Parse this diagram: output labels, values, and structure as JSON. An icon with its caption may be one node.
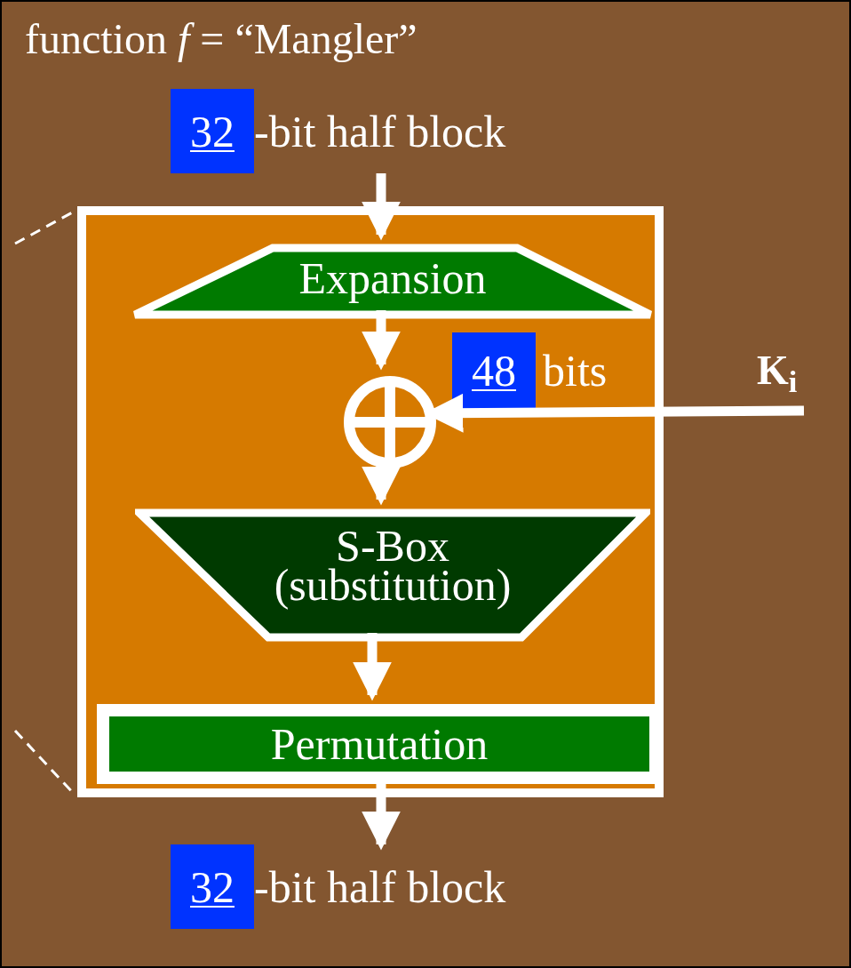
{
  "diagram": {
    "title": "function *f* = “Mangler”",
    "nodes": [
      {
        "text": [
          "32",
          "-bit half block"
        ]
      },
      {
        "text": [],
        "shape": "box"
      },
      {
        "text": [
          "Expansion"
        ],
        "in": 1
      },
      {
        "text": [],
        "shape": "circle",
        "in": 1
      },
      {
        "text": [
          "S-Box (substitution)"
        ],
        "in": 1
      },
      {
        "text": [
          "Permutation"
        ],
        "in": 1
      },
      {
        "text": [
          "32",
          "-bit half block"
        ]
      },
      {
        "text": [
          "K$_{i}$"
        ]
      },
      {
        "text": [
          "48",
          "bits"
        ],
        "in": 1
      }
    ],
    "edges": [
      {
        "from": 0,
        "to": 2,
        "arrow": "to"
      },
      {
        "from": 2,
        "to": 3,
        "arrow": "to"
      },
      {
        "from": 7,
        "to": 3,
        "arrow": "to"
      },
      {
        "from": 3,
        "to": 4,
        "arrow": "to"
      },
      {
        "from": 4,
        "to": 5,
        "arrow": "to"
      },
      {
        "from": 5,
        "to": 6,
        "arrow": "to"
      },
      {
        "from": null,
        "to": 1,
        "arrow": "none",
        "style": "dashed"
      },
      {
        "from": null,
        "to": 1,
        "arrow": "none",
        "style": "dashed"
      }
    ]
  }
}
